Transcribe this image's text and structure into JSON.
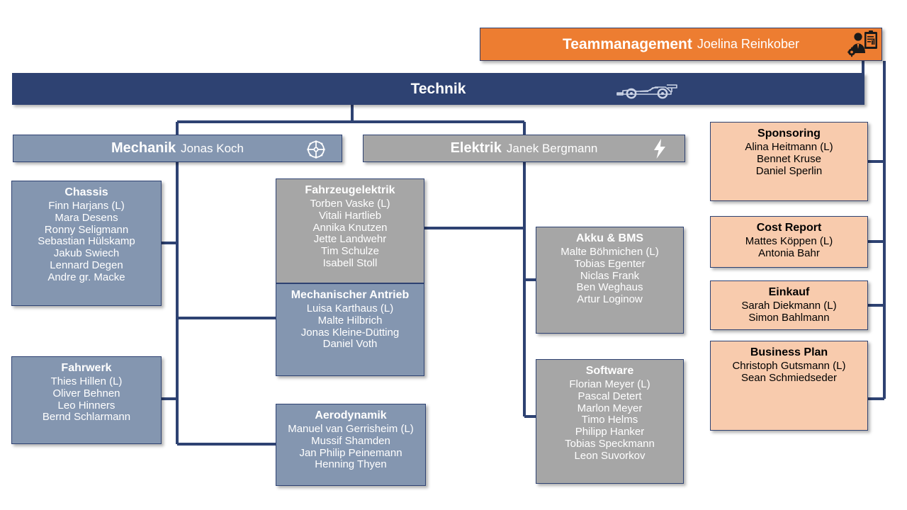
{
  "colors": {
    "orange": "#ED7D31",
    "navy": "#2E4272",
    "blue": "#8496B0",
    "gray": "#A6A6A6",
    "peach": "#F8CBAD",
    "line": "#2E4272"
  },
  "top": {
    "teammanagement": {
      "title": "Teammanagement",
      "lead": "Joelina Reinkober",
      "icon": "manager-clipboard-icon"
    },
    "technik": {
      "title": "Technik",
      "lead": "",
      "icon": "formula-one-car-icon"
    }
  },
  "departments": {
    "mechanik": {
      "title": "Mechanik",
      "lead": "Jonas Koch",
      "icon": "gear-icon"
    },
    "elektrik": {
      "title": "Elektrik",
      "lead": "Janek Bergmann",
      "icon": "lightning-bolt-icon"
    }
  },
  "teams": {
    "chassis": {
      "title": "Chassis",
      "members": [
        "Finn Harjans (L)",
        "Mara Desens",
        "Ronny Seligmann",
        "Sebastian Hülskamp",
        "Jakub Swiech",
        "Lennard Degen",
        "Andre gr. Macke"
      ]
    },
    "fahrwerk": {
      "title": "Fahrwerk",
      "members": [
        "Thies Hillen (L)",
        "Oliver Behnen",
        "Leo Hinners",
        "Bernd Schlarmann"
      ]
    },
    "fahrzeugelektrik": {
      "title": "Fahrzeugelektrik",
      "members": [
        "Torben Vaske (L)",
        "Vitali Hartlieb",
        "Annika Knutzen",
        "Jette Landwehr",
        "Tim Schulze",
        "Isabell Stoll"
      ]
    },
    "mechanischer_antrieb": {
      "title": "Mechanischer Antrieb",
      "members": [
        "Luisa Karthaus (L)",
        "Malte Hilbrich",
        "Jonas Kleine-Dütting",
        "Daniel Voth"
      ]
    },
    "aerodynamik": {
      "title": "Aerodynamik",
      "members": [
        "Manuel van Gerrisheim (L)",
        "Mussif Shamden",
        "Jan Philip Peinemann",
        "Henning Thyen"
      ]
    },
    "akku_bms": {
      "title": "Akku & BMS",
      "members": [
        "Malte Böhmichen (L)",
        "Tobias Egenter",
        "Niclas Frank",
        "Ben Weghaus",
        "Artur Loginow"
      ]
    },
    "software": {
      "title": "Software",
      "members": [
        "Florian Meyer (L)",
        "Pascal Detert",
        "Marlon Meyer",
        "Timo Helms",
        "Philipp Hanker",
        "Tobias Speckmann",
        "Leon Suvorkov"
      ]
    }
  },
  "business": {
    "sponsoring": {
      "title": "Sponsoring",
      "members": [
        "Alina Heitmann (L)",
        "Bennet Kruse",
        "Daniel Sperlin"
      ]
    },
    "cost_report": {
      "title": "Cost Report",
      "members": [
        "Mattes Köppen (L)",
        "Antonia Bahr"
      ]
    },
    "einkauf": {
      "title": "Einkauf",
      "members": [
        "Sarah Diekmann (L)",
        "Simon Bahlmann"
      ]
    },
    "business_plan": {
      "title": "Business Plan",
      "members": [
        "Christoph Gutsmann (L)",
        "Sean Schmiedseder"
      ]
    }
  }
}
